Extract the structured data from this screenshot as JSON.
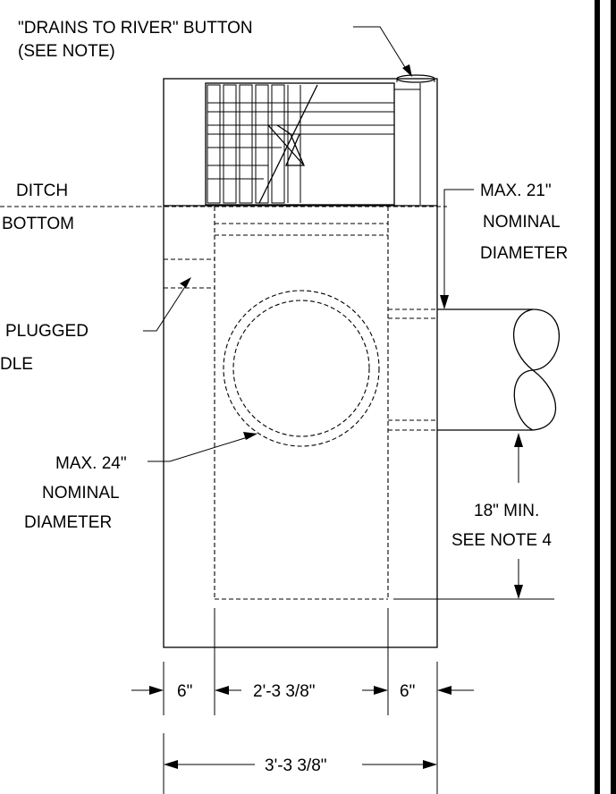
{
  "labels": {
    "drains_button_line1": "\"DRAINS TO RIVER\" BUTTON",
    "drains_button_line2": "(SEE NOTE)",
    "ditch_line1": "DITCH",
    "ditch_line2": "BOTTOM",
    "outlet_line1": "MAX. 21\"",
    "outlet_line2": "NOMINAL",
    "outlet_line3": "DIAMETER",
    "plugged_line1": "PLUGGED",
    "plugged_line2": "DLE",
    "inlet_line1": "MAX. 24\"",
    "inlet_line2": "NOMINAL",
    "inlet_line3": "DIAMETER",
    "min_line1": "18\" MIN.",
    "min_line2": "SEE NOTE 4"
  },
  "dimensions": {
    "left_wall": "6\"",
    "inner_width": "2'-3 3/8\"",
    "right_wall": "6\"",
    "overall_width": "3'-3 3/8\""
  }
}
